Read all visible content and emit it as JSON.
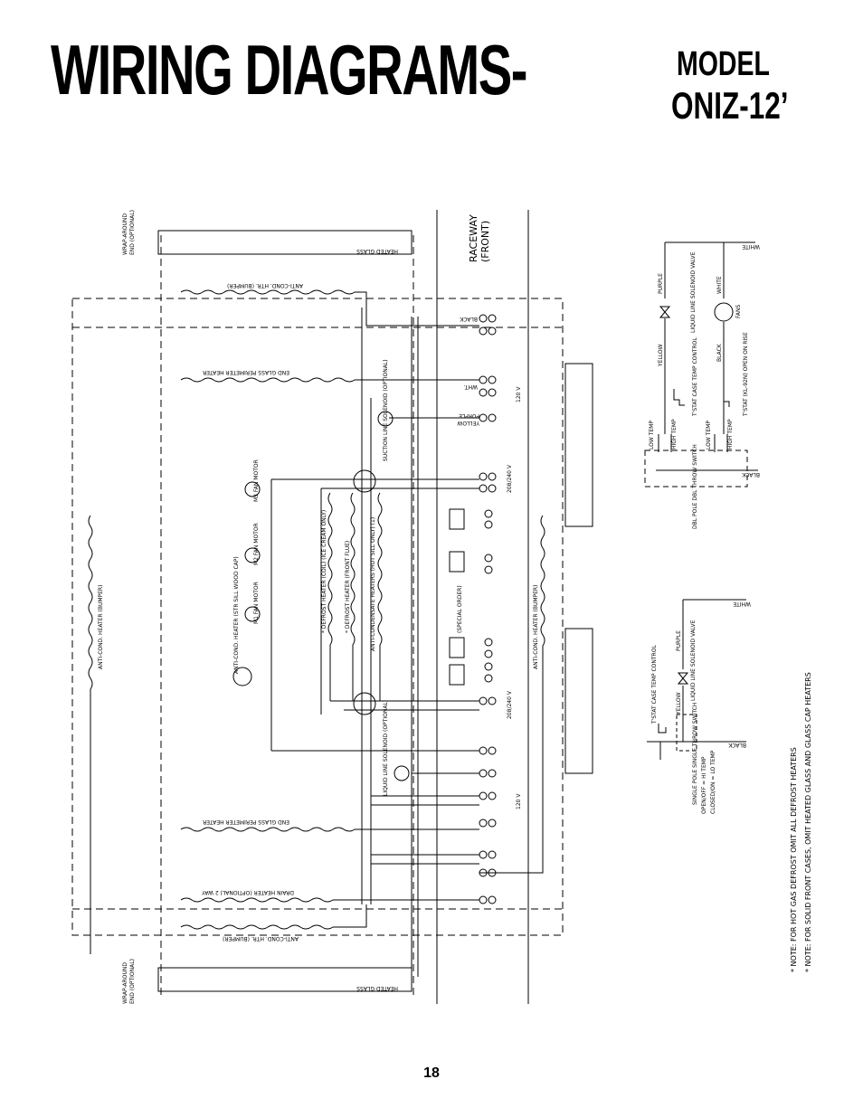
{
  "header": {
    "title": "WIRING DIAGRAMS-",
    "model_label": "MODEL",
    "model_number": "ONIZ-12’"
  },
  "page_number": "18",
  "diagram": {
    "raceway": "RACEWAY",
    "raceway_sub": "(FRONT)",
    "wrap_top": "WRAP-AROUND",
    "wrap_top2": "END (OPTIONAL)",
    "wrap_bottom": "WRAP-AROUND",
    "wrap_bottom2": "END (OPTIONAL)",
    "heated_glass": "HEATED GLASS",
    "anti_cond_top": "ANTI-COND. HTR. (BUMPER)",
    "end_glass_top": "END GLASS PERIMETER HEATER",
    "end_glass_bottom": "END GLASS PERIMETER HEATER",
    "drain_heater": "DRAIN HEATER (OPTIONAL) 2 WAY",
    "anti_cond_bottom": "ANTI-COND. HTR. (BUMPER)",
    "anti_cond_left": "ANTI-COND. HEATER (BUMPER)",
    "anti_cond_right": "ANTI-COND. HEATER (BUMPER)",
    "defrost_heater": "* DEFROST HEATER (COIL) (ICE CREAM ONLY)",
    "defrost_heater_front": "* DEFROST HEATER (FRONT FLUE)",
    "anti_condensate": "ANTI-CONDENSATE HEATERS (HOT SILL ONLY) (1)",
    "anti_cond_heater_side": "ANTI-COND. HEATER (STR SILL WOOD CAP)",
    "fan_motor_1": "M1 FAN MOTOR",
    "fan_motor_2": "M2 FAN MOTOR",
    "fan_motor_3": "M3 FAN MOTOR",
    "suction_solenoid": "SUCTION LINE SOLENOID (OPTIONAL)",
    "liquid_solenoid": "LIQUID LINE SOLENOID (OPTIONAL)",
    "special_order": "(SPECIAL ORDER)",
    "v120_a": "120 V",
    "v120_b": "120 V",
    "v208": "208/240 V",
    "v208_b": "208/240 V",
    "black": "BLACK",
    "wht": "WHT.",
    "yellow": "YELLOW",
    "purple": "PURPLE"
  },
  "control": {
    "white_top": "WHITE",
    "white_fans": "WHITE",
    "fans": "FANS",
    "purple": "PURPLE",
    "liquid_valve": "LIQUID LINE SOLENOID VALVE",
    "yellow": "YELLOW",
    "black": "BLACK",
    "low_temp_1": "LOW TEMP",
    "high_temp_1": "HIGH TEMP",
    "low_temp_2": "LOW TEMP",
    "high_temp_2": "HIGH TEMP",
    "t_stat_1": "T'STAT CASE TEMP CONTROL",
    "t_stat_2": "T'STAT (KL-92N) OPEN ON RISE",
    "switch": "DBL POLE DBL THROW SWITCH",
    "black_bottom": "BLACK",
    "white_2": "WHITE",
    "purple_2": "PURPLE",
    "liquid_valve_2": "LIQUID LINE SOLENOID VALVE",
    "yellow_2": "YELLOW",
    "t_stat_3": "T'STAT CASE TEMP CONTROL",
    "black_2": "BLACK",
    "single_pole": "SINGLE POLE SINGLE THROW SWITCH",
    "open_off": "OPEN/OFF = HI TEMP",
    "closed_on": "CLOSED/ON = LO TEMP"
  },
  "notes": [
    "* NOTE: FOR HOT GAS DEFROST OMIT ALL DEFROST HEATERS",
    "* NOTE: FOR SOLID FRONT CASES, OMIT HEATED GLASS AND GLASS CAP HEATERS"
  ]
}
